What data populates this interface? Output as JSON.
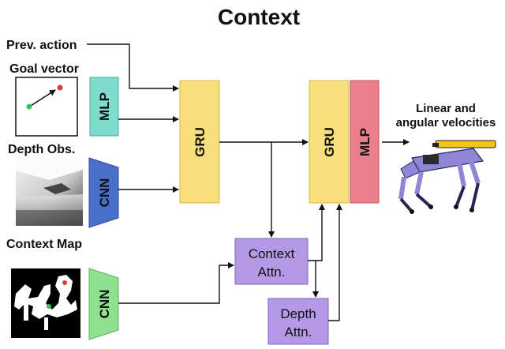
{
  "title": "Context",
  "inputs": {
    "prev_action": "Prev. action",
    "goal_vector": "Goal vector",
    "depth_obs": "Depth Obs.",
    "context_map": "Context Map"
  },
  "blocks": {
    "mlp_goal": "MLP",
    "cnn_depth": "CNN",
    "cnn_map": "CNN",
    "gru_1": "GRU",
    "gru_2": "GRU",
    "mlp_out": "MLP",
    "context_attn": [
      "Context",
      "Attn."
    ],
    "depth_attn": [
      "Depth",
      "Attn."
    ]
  },
  "output": [
    "Linear and",
    "angular velocities"
  ],
  "colors": {
    "mlp_teal": "#7fdccc",
    "cnn_blue": "#4a6fc9",
    "cnn_green": "#8fe08f",
    "gru_yellow": "#f8df7a",
    "mlp_red": "#ec7f8c",
    "attn_purple": "#b49ae6",
    "robot_purple": "#8f86d8",
    "robot_yellow": "#f2c31a"
  }
}
